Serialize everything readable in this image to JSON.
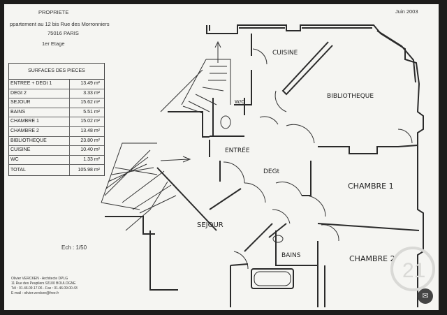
{
  "header": {
    "propriete": "PROPRIETE",
    "address_line": "ppartement au 12 bis Rue des Morronniers",
    "city": "75016 PARIS",
    "floor": "1er Etage",
    "date": "Juin 2003"
  },
  "surfaces_table": {
    "title": "SURFACES DES PIECES",
    "rows": [
      {
        "name": "ENTREE + DEGt 1",
        "area": "13.49 m²"
      },
      {
        "name": "DEGt 2",
        "area": "3.33 m²"
      },
      {
        "name": "SEJOUR",
        "area": "15.62 m²"
      },
      {
        "name": "BAINS",
        "area": "5.51 m²"
      },
      {
        "name": "CHAMBRE 1",
        "area": "15.02 m²"
      },
      {
        "name": "CHAMBRE 2",
        "area": "13.48 m²"
      },
      {
        "name": "BIBLIOTHEQUE",
        "area": "23.80 m²"
      },
      {
        "name": "CUISINE",
        "area": "10.40 m²"
      },
      {
        "name": "WC",
        "area": "1.33 m²"
      }
    ],
    "total_label": "TOTAL",
    "total_value": "105.98 m²"
  },
  "scale": "Ech : 1/50",
  "footer": {
    "architect": "Olivier VERCKEN - Architecte DPLG",
    "address": "11 Rue des Peupliers 92100 BOULOGNE",
    "phone": "Tél : 01.46.09.17.06 - Fax : 01.46.09.00.43",
    "email": "E-mail : olivier.vercken@free.fr"
  },
  "rooms": {
    "cuisine": "CUISINE",
    "bibliotheque": "BIBLIOTHEQUE",
    "wc": "W/C",
    "entree": "ENTRÉE",
    "degt": "DEGt",
    "chambre1": "CHAMBRE 1",
    "sejour": "SEJOUR",
    "bains": "BAINS",
    "chambre2": "CHAMBRE 2"
  },
  "watermark": {
    "text": "21"
  },
  "colors": {
    "paper": "#f5f5f2",
    "ink": "#222222",
    "background": "#1d1c1b"
  },
  "icons": {
    "chat": "chat-bubble-icon",
    "watermark": "century21-logo-icon"
  }
}
